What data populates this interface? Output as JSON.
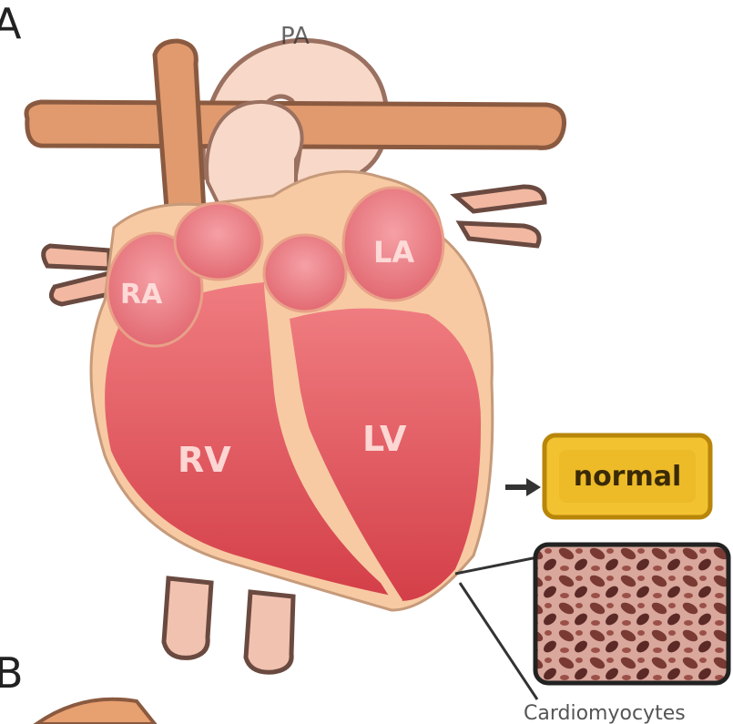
{
  "panel_labels": {
    "top": "A",
    "bottom": "B"
  },
  "vessel_label": "PA",
  "chambers": {
    "ra": "RA",
    "la": "LA",
    "rv": "RV",
    "lv": "LV"
  },
  "status_badge": "normal",
  "inset_caption": "Cardiomyocytes",
  "colors": {
    "vessel": "#e09a6e",
    "vessel_outline": "#8a5a40",
    "aorta": "#f8d8c8",
    "heart_outline": "#f7caa3",
    "ventricle": "#dd4f55",
    "atrium": "#eb7f86",
    "badge_fill": "#f2c231",
    "badge_border": "#b88608"
  }
}
